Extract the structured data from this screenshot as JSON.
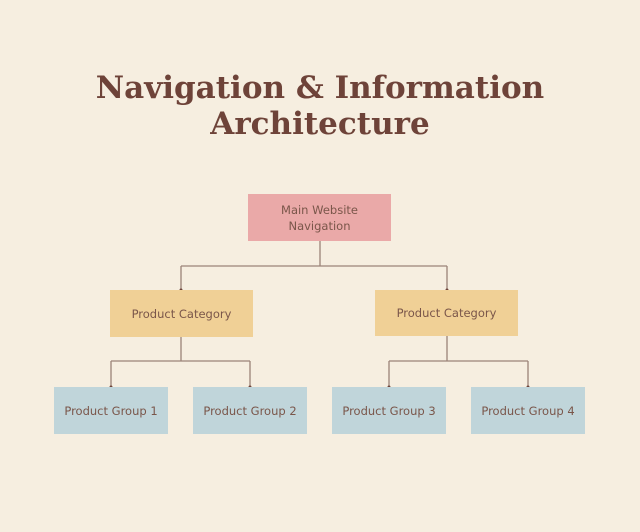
{
  "title": {
    "line1": "Navigation & Information",
    "line2": "Architecture"
  },
  "root": {
    "label_line1": "Main Website",
    "label_line2": "Navigation"
  },
  "categories": [
    {
      "label": "Product Category",
      "groups": [
        "Product Group 1",
        "Product Group 2"
      ]
    },
    {
      "label": "Product Category",
      "groups": [
        "Product Group 3",
        "Product Group 4"
      ]
    }
  ],
  "colors": {
    "background": "#f6eee0",
    "root": "#eaa9a8",
    "category": "#f0d096",
    "group": "#c0d5da",
    "title": "#6e4339",
    "connector": "#9b8378"
  }
}
